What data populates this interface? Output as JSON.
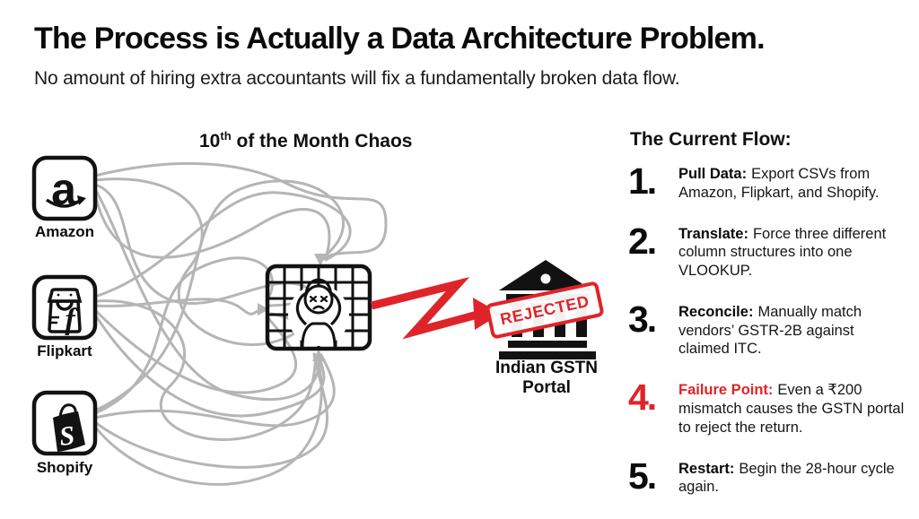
{
  "header": {
    "title": "The Process is Actually a Data Architecture Problem.",
    "subtitle": "No amount of hiring extra accountants will fix a fundamentally broken data flow."
  },
  "diagram": {
    "heading": {
      "num": "10",
      "sup": "th",
      "rest": " of the Month Chaos"
    },
    "sources": [
      {
        "name": "Amazon",
        "icon": "amazon-icon"
      },
      {
        "name": "Flipkart",
        "icon": "flipkart-icon"
      },
      {
        "name": "Shopify",
        "icon": "shopify-icon"
      }
    ],
    "spreadsheet_icon": "frustrated-spreadsheet-icon",
    "portal": {
      "icon": "government-building-icon",
      "name_line1": "Indian GSTN",
      "name_line2": "Portal",
      "stamp": "REJECTED"
    }
  },
  "flow": {
    "heading": "The Current Flow:",
    "steps": [
      {
        "num": "1.",
        "lead": "Pull Data:",
        "text": "Export CSVs from Amazon, Flipkart, and Shopify."
      },
      {
        "num": "2.",
        "lead": "Translate:",
        "text": "Force three different column structures into one VLOOKUP."
      },
      {
        "num": "3.",
        "lead": "Reconcile:",
        "text": "Manually match vendors’ GSTR-2B against claimed ITC."
      },
      {
        "num": "4.",
        "lead": "Failure Point:",
        "text": "Even a ₹200 mismatch causes the GSTN portal to reject the return.",
        "highlight": true
      },
      {
        "num": "5.",
        "lead": "Restart:",
        "text": "Begin the 28-hour cycle again."
      }
    ]
  },
  "colors": {
    "accent_red": "#DF2429",
    "line_gray": "#B5B5B5",
    "ink": "#111111"
  }
}
